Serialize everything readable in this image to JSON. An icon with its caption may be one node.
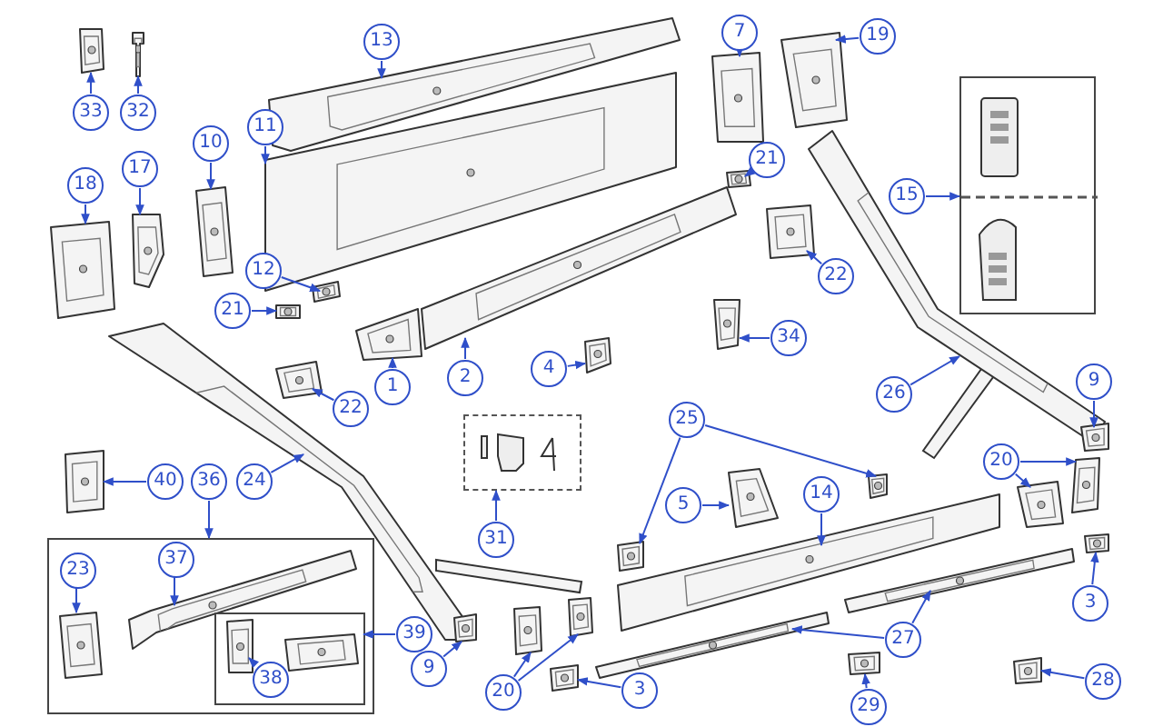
{
  "diagram": {
    "nodes": [
      {
        "text": [
          "33"
        ]
      },
      {
        "text": [],
        "shape": "picture"
      },
      {
        "text": [
          "32"
        ]
      },
      {
        "text": [],
        "shape": "picture"
      },
      {
        "text": [
          "13"
        ]
      },
      {
        "text": [],
        "shape": "picture"
      },
      {
        "text": [
          "11"
        ]
      },
      {
        "text": [],
        "shape": "picture"
      },
      {
        "text": [
          "10"
        ]
      },
      {
        "text": [],
        "shape": "picture"
      },
      {
        "text": [
          "17"
        ]
      },
      {
        "text": [],
        "shape": "picture"
      },
      {
        "text": [
          "18"
        ]
      },
      {
        "text": [],
        "shape": "picture"
      },
      {
        "text": [
          "12"
        ]
      },
      {
        "text": [],
        "shape": "picture"
      },
      {
        "text": [
          "21"
        ]
      },
      {
        "text": [],
        "shape": "picture"
      },
      {
        "text": [
          "1"
        ]
      },
      {
        "text": [],
        "shape": "picture"
      },
      {
        "text": [
          "2"
        ]
      },
      {
        "text": [],
        "shape": "picture"
      },
      {
        "text": [
          "4"
        ]
      },
      {
        "text": [],
        "shape": "picture"
      },
      {
        "text": [
          "22"
        ]
      },
      {
        "text": [],
        "shape": "picture"
      },
      {
        "text": [
          "7"
        ]
      },
      {
        "text": [],
        "shape": "picture"
      },
      {
        "text": [
          "19"
        ]
      },
      {
        "text": [],
        "shape": "picture"
      },
      {
        "text": [
          "21"
        ]
      },
      {
        "text": [],
        "shape": "picture"
      },
      {
        "text": [
          "15"
        ]
      },
      {
        "text": [],
        "shape": "box"
      },
      {
        "text": [
          "22"
        ]
      },
      {
        "text": [],
        "shape": "picture"
      },
      {
        "text": [
          "34"
        ]
      },
      {
        "text": [],
        "shape": "picture"
      },
      {
        "text": [
          "26"
        ]
      },
      {
        "text": [],
        "shape": "picture"
      },
      {
        "text": [
          "9"
        ]
      },
      {
        "text": [],
        "shape": "picture"
      },
      {
        "text": [
          "25"
        ]
      },
      {
        "text": [],
        "shape": "picture"
      },
      {
        "text": [],
        "shape": "picture"
      },
      {
        "text": [
          "5"
        ]
      },
      {
        "text": [],
        "shape": "picture"
      },
      {
        "text": [
          "14"
        ]
      },
      {
        "text": [],
        "shape": "picture"
      },
      {
        "text": [
          "20"
        ]
      },
      {
        "text": [],
        "shape": "picture"
      },
      {
        "text": [],
        "shape": "picture"
      },
      {
        "text": [
          "3"
        ]
      },
      {
        "text": [],
        "shape": "picture"
      },
      {
        "text": [
          "27"
        ]
      },
      {
        "text": [],
        "shape": "picture"
      },
      {
        "text": [],
        "shape": "picture"
      },
      {
        "text": [
          "3"
        ]
      },
      {
        "text": [],
        "shape": "picture"
      },
      {
        "text": [
          "29"
        ]
      },
      {
        "text": [],
        "shape": "picture"
      },
      {
        "text": [
          "28"
        ]
      },
      {
        "text": [],
        "shape": "picture"
      },
      {
        "text": [
          "40"
        ]
      },
      {
        "text": [],
        "shape": "picture"
      },
      {
        "text": [
          "36"
        ]
      },
      {
        "text": [],
        "shape": "box"
      },
      {
        "text": [
          "24"
        ]
      },
      {
        "text": [],
        "shape": "picture"
      },
      {
        "text": [
          "31"
        ]
      },
      {
        "text": [],
        "shape": "box"
      },
      {
        "text": [
          "37"
        ],
        "in": 66
      },
      {
        "text": [],
        "shape": "picture",
        "in": 66
      },
      {
        "text": [
          "23"
        ],
        "in": 66
      },
      {
        "text": [],
        "shape": "picture",
        "in": 66
      },
      {
        "text": [],
        "shape": "box",
        "in": 66
      },
      {
        "text": [
          "39"
        ]
      },
      {
        "text": [],
        "shape": "picture",
        "in": 75
      },
      {
        "text": [
          "38"
        ],
        "in": 75
      },
      {
        "text": [],
        "shape": "picture",
        "in": 75
      },
      {
        "text": [
          "9"
        ]
      },
      {
        "text": [],
        "shape": "picture"
      },
      {
        "text": [
          "20"
        ]
      },
      {
        "text": [],
        "shape": "picture"
      },
      {
        "text": [],
        "shape": "picture"
      }
    ],
    "edges": [
      {
        "from": 0,
        "to": 1,
        "arrow": "to"
      },
      {
        "from": 2,
        "to": 3,
        "arrow": "to"
      },
      {
        "from": 4,
        "to": 5,
        "arrow": "to"
      },
      {
        "from": 6,
        "to": 7,
        "arrow": "to"
      },
      {
        "from": 8,
        "to": 9,
        "arrow": "to"
      },
      {
        "from": 10,
        "to": 11,
        "arrow": "to"
      },
      {
        "from": 12,
        "to": 13,
        "arrow": "to"
      },
      {
        "from": 14,
        "to": 15,
        "arrow": "to"
      },
      {
        "from": 16,
        "to": 17,
        "arrow": "to"
      },
      {
        "from": 18,
        "to": 19,
        "arrow": "to"
      },
      {
        "from": 20,
        "to": 21,
        "arrow": "to"
      },
      {
        "from": 22,
        "to": 23,
        "arrow": "to"
      },
      {
        "from": 24,
        "to": 25,
        "arrow": "to"
      },
      {
        "from": 26,
        "to": 27,
        "arrow": "to"
      },
      {
        "from": 28,
        "to": 29,
        "arrow": "to"
      },
      {
        "from": 30,
        "to": 31,
        "arrow": "to"
      },
      {
        "from": 32,
        "to": 33,
        "arrow": "to"
      },
      {
        "from": 34,
        "to": 35,
        "arrow": "to"
      },
      {
        "from": 36,
        "to": 37,
        "arrow": "to"
      },
      {
        "from": 38,
        "to": 39,
        "arrow": "to"
      },
      {
        "from": 40,
        "to": 41,
        "arrow": "to"
      },
      {
        "from": 42,
        "to": 43,
        "arrow": "to"
      },
      {
        "from": 42,
        "to": 44,
        "arrow": "to"
      },
      {
        "from": 45,
        "to": 46,
        "arrow": "to"
      },
      {
        "from": 47,
        "to": 48,
        "arrow": "to"
      },
      {
        "from": 49,
        "to": 50,
        "arrow": "to"
      },
      {
        "from": 49,
        "to": 51,
        "arrow": "to"
      },
      {
        "from": 52,
        "to": 53,
        "arrow": "to"
      },
      {
        "from": 54,
        "to": 55,
        "arrow": "to"
      },
      {
        "from": 54,
        "to": 56,
        "arrow": "to"
      },
      {
        "from": 57,
        "to": 58,
        "arrow": "to"
      },
      {
        "from": 59,
        "to": 60,
        "arrow": "to"
      },
      {
        "from": 61,
        "to": 62,
        "arrow": "to"
      },
      {
        "from": 63,
        "to": 64,
        "arrow": "to"
      },
      {
        "from": 65,
        "to": 66,
        "arrow": "to"
      },
      {
        "from": 67,
        "to": 68,
        "arrow": "to"
      },
      {
        "from": 69,
        "to": 70,
        "arrow": "to"
      },
      {
        "from": 71,
        "to": 72,
        "arrow": "to"
      },
      {
        "from": 73,
        "to": 74,
        "arrow": "to"
      },
      {
        "from": 76,
        "to": 75,
        "arrow": "to"
      },
      {
        "from": 78,
        "to": 77,
        "arrow": "to"
      },
      {
        "from": 80,
        "to": 81,
        "arrow": "to"
      },
      {
        "from": 82,
        "to": 83,
        "arrow": "to"
      },
      {
        "from": 82,
        "to": 84,
        "arrow": "to"
      }
    ]
  }
}
